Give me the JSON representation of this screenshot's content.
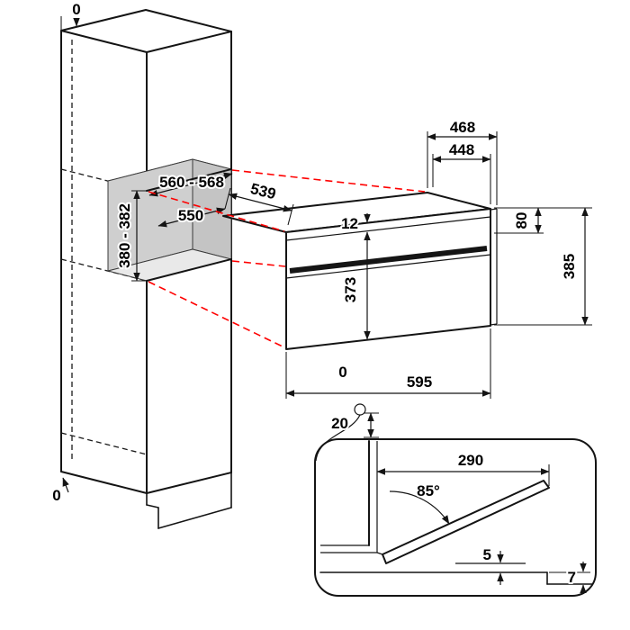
{
  "colors": {
    "accent_red": "#ff0000",
    "niche_shade": "#cfcfcf"
  },
  "cabinet": {
    "top_clearance": "0",
    "bottom_clearance": "0",
    "niche": {
      "width_range": "560 - 568",
      "inner_width": "550",
      "height_range": "380 - 382"
    }
  },
  "appliance": {
    "depth_total": "468",
    "depth_body": "448",
    "side_depth": "539",
    "top_gap": "12",
    "door_height": "373",
    "rear_height": "80",
    "overall_height": "385",
    "width": "595",
    "front_zero": "0",
    "bottom_clearance": "20"
  },
  "detail": {
    "door_reach": "290",
    "door_angle": "85°",
    "door_gap": "5",
    "plinth_recess": "7"
  }
}
